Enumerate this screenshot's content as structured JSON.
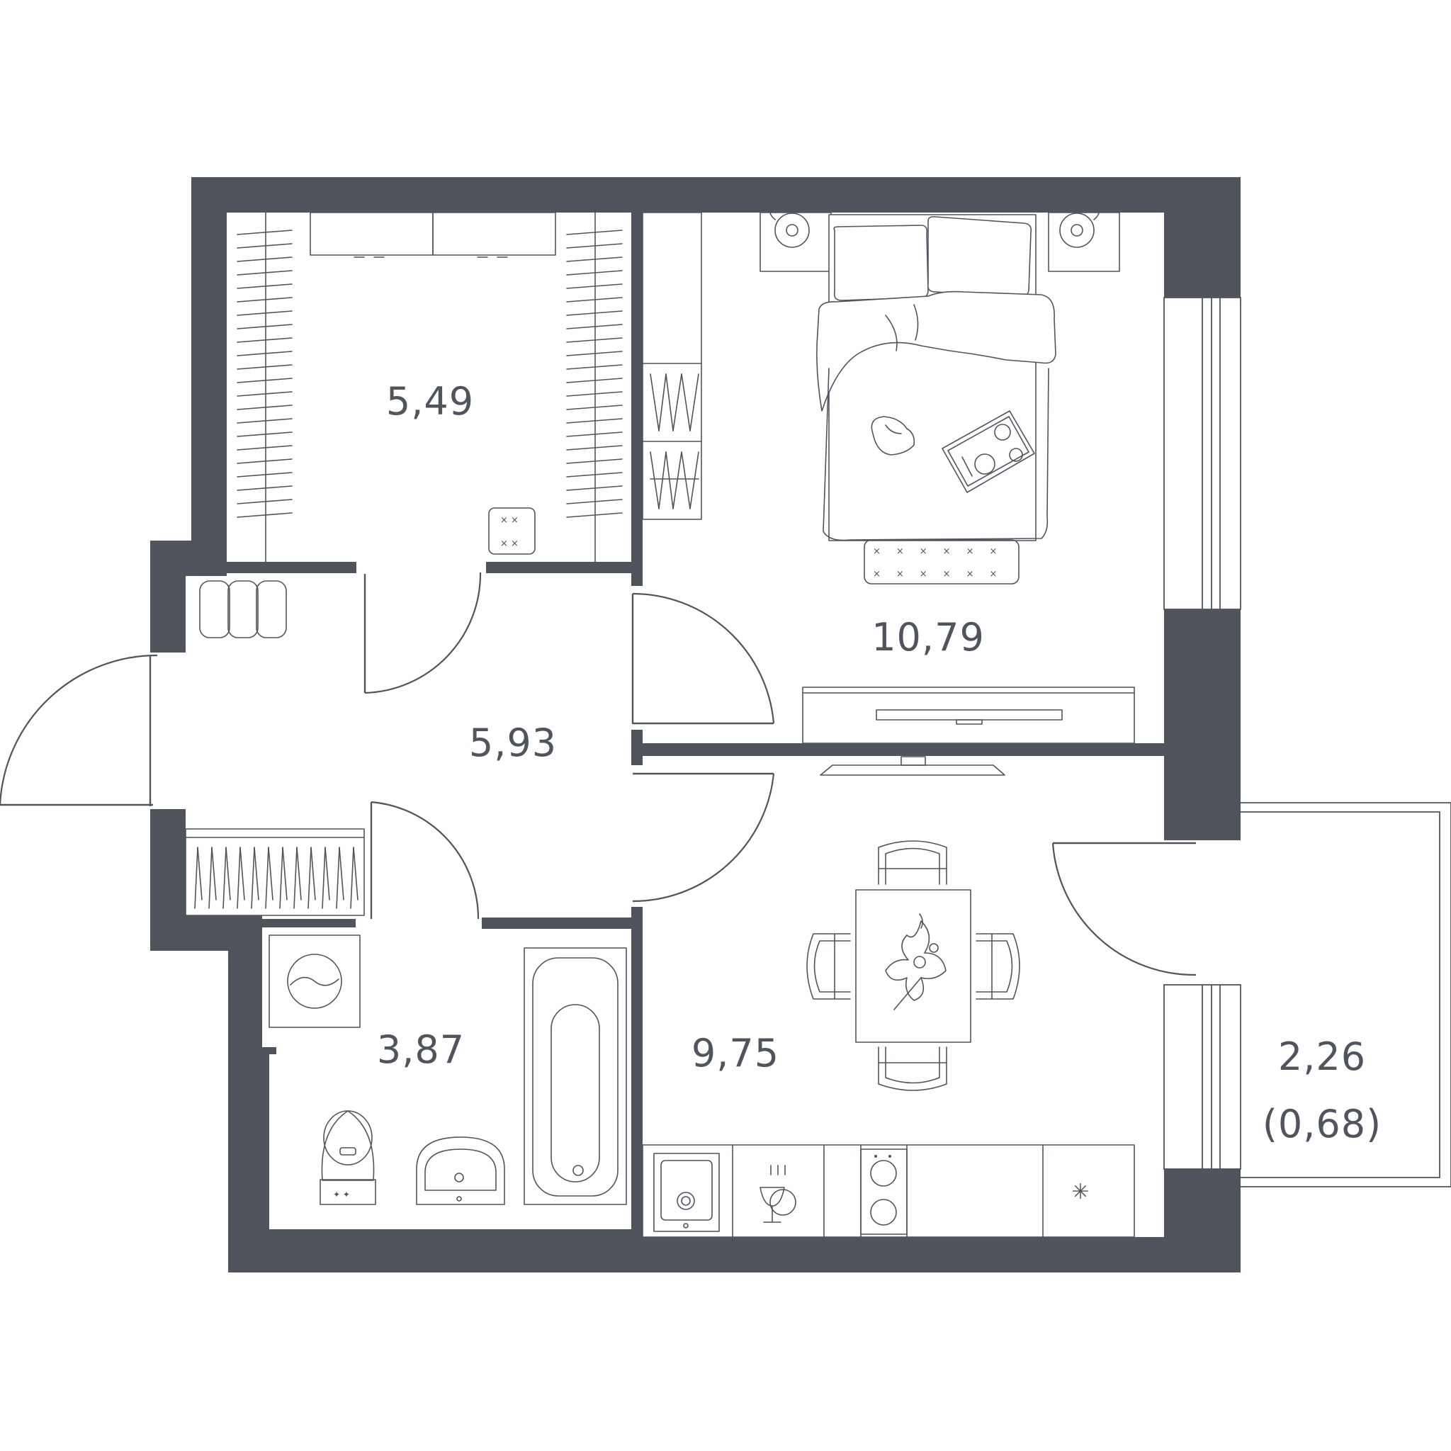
{
  "colors": {
    "wall": "#50545d",
    "background": "#ffffff",
    "line": "#50545d"
  },
  "rooms": {
    "wardrobe": {
      "area": "5,49"
    },
    "hall": {
      "area": "5,93"
    },
    "bathroom": {
      "area": "3,87"
    },
    "bedroom": {
      "area": "10,79"
    },
    "kitchen": {
      "area": "9,75"
    },
    "balcony": {
      "area": "2,26",
      "coef_area": "(0,68)"
    }
  },
  "icons": [
    "bed-icon",
    "pillow-icon",
    "nightstand-lamp-icon",
    "tv-icon",
    "dining-table-icon",
    "chair-icon",
    "bathtub-icon",
    "toilet-icon",
    "washbasin-icon",
    "washing-machine-icon",
    "sink-icon",
    "dishwasher-icon",
    "cooktop-icon",
    "fridge-icon",
    "ottoman-icon",
    "shoe-rack-icon",
    "door-icon",
    "window-icon",
    "cat-icon",
    "breakfast-tray-icon",
    "flowers-icon"
  ]
}
